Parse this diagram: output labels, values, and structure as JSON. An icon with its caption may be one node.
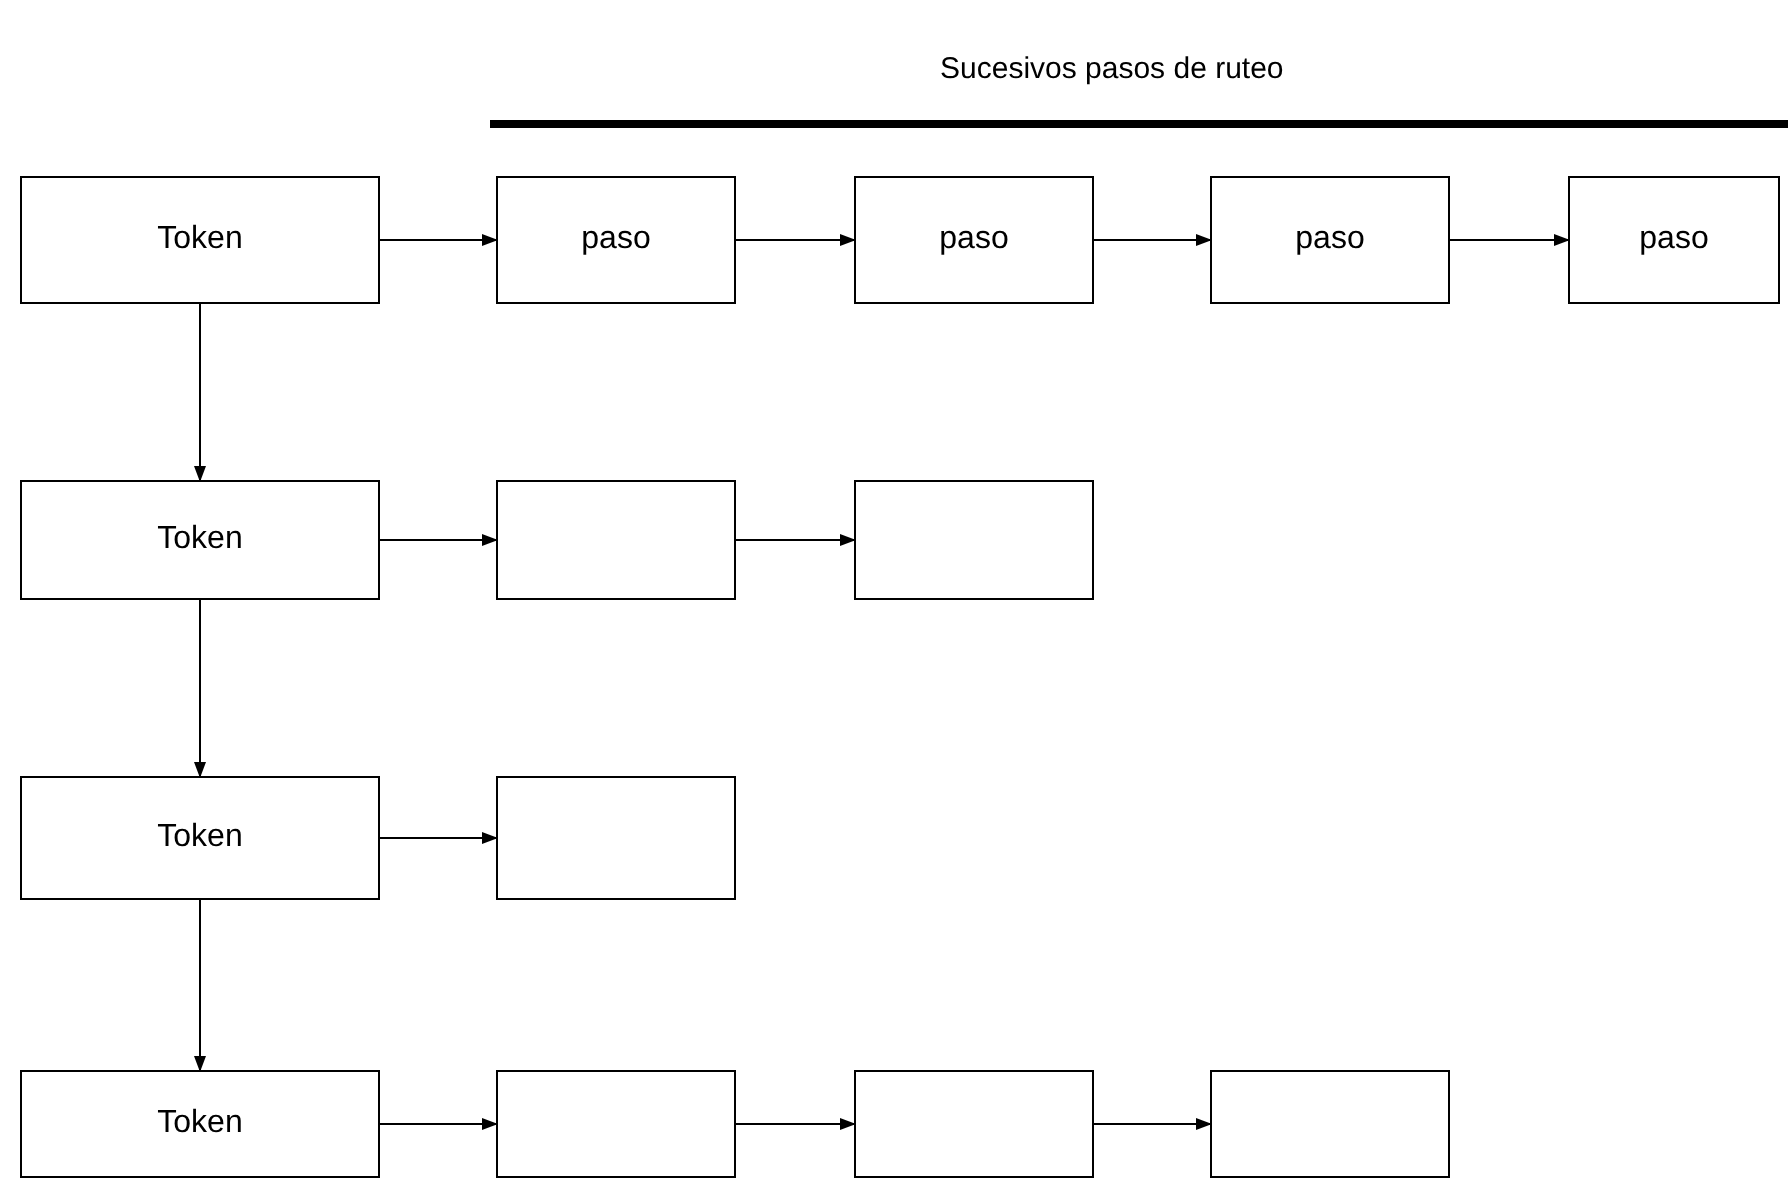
{
  "diagram": {
    "title": "Sucesivos pasos de ruteo",
    "nodes": [
      {
        "text": [
          "Token"
        ]
      },
      {
        "text": [
          "paso"
        ]
      },
      {
        "text": [
          "paso"
        ]
      },
      {
        "text": [
          "paso"
        ]
      },
      {
        "text": [
          "paso"
        ]
      },
      {
        "text": [
          "Token"
        ]
      },
      {
        "text": [],
        "shape": "box"
      },
      {
        "text": [],
        "shape": "box"
      },
      {
        "text": [
          "Token"
        ]
      },
      {
        "text": [],
        "shape": "box"
      },
      {
        "text": [
          "Token"
        ]
      },
      {
        "text": [],
        "shape": "box"
      },
      {
        "text": [],
        "shape": "box"
      },
      {
        "text": [],
        "shape": "box"
      }
    ],
    "edges": [
      {
        "from": 0,
        "to": 1,
        "arrow": "to"
      },
      {
        "from": 1,
        "to": 2,
        "arrow": "to"
      },
      {
        "from": 2,
        "to": 3,
        "arrow": "to"
      },
      {
        "from": 3,
        "to": 4,
        "arrow": "to"
      },
      {
        "from": 0,
        "to": 5,
        "arrow": "to"
      },
      {
        "from": 5,
        "to": 6,
        "arrow": "to"
      },
      {
        "from": 6,
        "to": 7,
        "arrow": "to"
      },
      {
        "from": 5,
        "to": 8,
        "arrow": "to"
      },
      {
        "from": 8,
        "to": 9,
        "arrow": "to"
      },
      {
        "from": 8,
        "to": 10,
        "arrow": "to"
      },
      {
        "from": 10,
        "to": 11,
        "arrow": "to"
      },
      {
        "from": 11,
        "to": 12,
        "arrow": "to"
      },
      {
        "from": 12,
        "to": 13,
        "arrow": "to"
      }
    ]
  }
}
